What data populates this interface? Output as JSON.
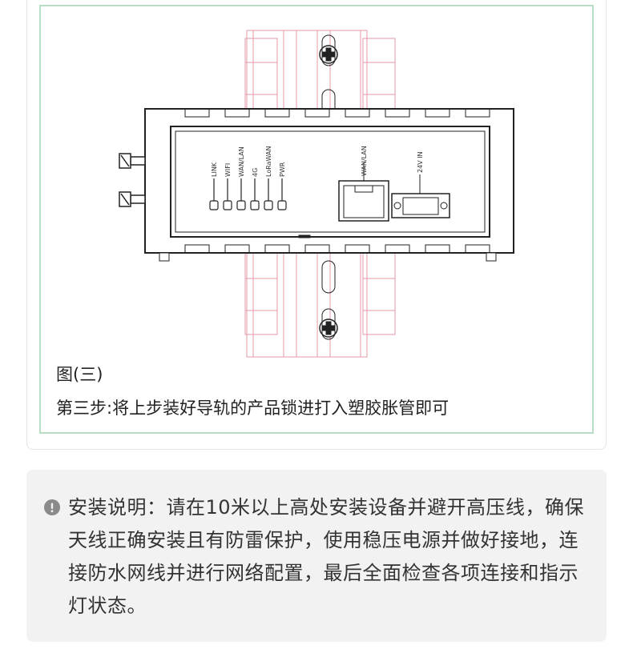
{
  "figure": {
    "device_labels": {
      "indicators": [
        "LINK",
        "WIFI",
        "WAN/LAN",
        "4G",
        "LoRaWAN",
        "PWR"
      ],
      "port_wan": "WAN/LAN",
      "port_power": "24V IN"
    },
    "caption": "图(三)",
    "step_text": "第三步:将上步装好导轨的产品锁进打入塑胶胀管即可"
  },
  "note": {
    "icon": "info-circle-icon",
    "text": "安装说明：请在10米以上高处安装设备并避开高压线，确保天线正确安装且有防雷保护，使用稳压电源并做好接地，连接防水网线并进行网络配置，最后全面检查各项连接和指示灯状态。"
  },
  "colors": {
    "frame_border": "#b9dcc4",
    "rail_pink": "#e39aa6",
    "note_bg": "#f2f2f3",
    "icon": "#8a8a8a"
  }
}
